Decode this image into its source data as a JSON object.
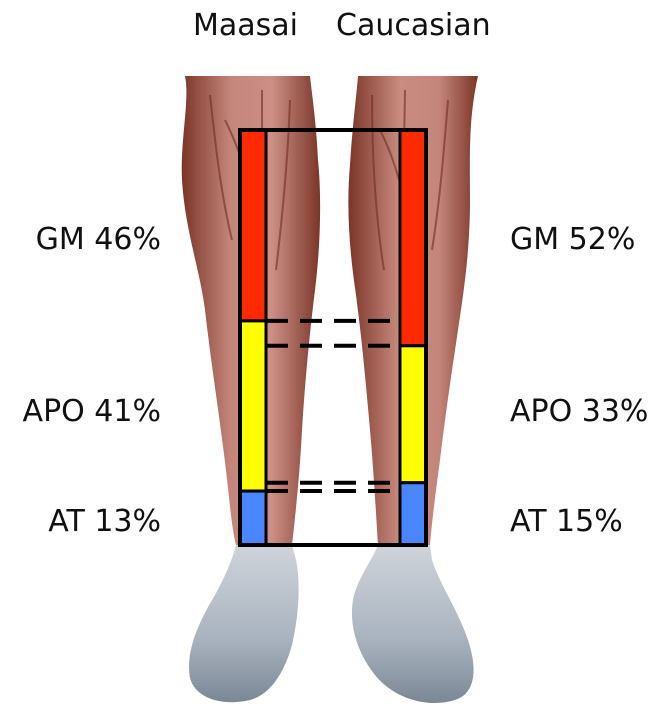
{
  "headings": {
    "left": "Maasai",
    "right": "Caucasian"
  },
  "labels": {
    "left": {
      "gm": "GM 46%",
      "apo": "APO 41%",
      "at": "AT 13%"
    },
    "right": {
      "gm": "GM 52%",
      "apo": "APO 33%",
      "at": "AT 15%"
    }
  },
  "segments": {
    "maasai": {
      "gm": 46,
      "apo": 41,
      "at": 13
    },
    "caucasian": {
      "gm": 52,
      "apo": 33,
      "at": 15
    }
  },
  "colors": {
    "gm": "#ff2a00",
    "apo": "#ffff00",
    "at": "#4a86ff",
    "frame": "#000000",
    "muscle_dark": "#8a3f2f",
    "muscle_light": "#d8a99b",
    "skin": "#b9c0c8"
  }
}
